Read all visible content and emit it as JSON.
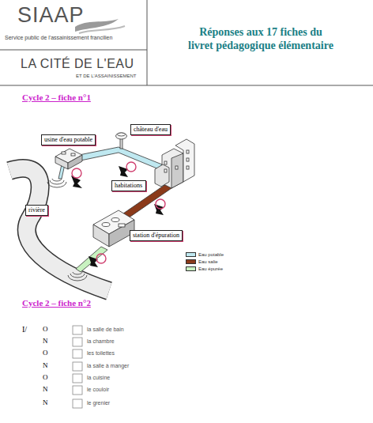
{
  "diagram": {
    "title": "Réponses aux 17 fiches du livret pédagogique élémentaire",
    "nodes": [
      {
        "text": [
          "château d'eau"
        ]
      },
      {
        "text": [
          "usine d'eau potable"
        ]
      },
      {
        "text": [
          "habitations"
        ]
      },
      {
        "text": [
          "rivière"
        ]
      },
      {
        "text": [
          "station d'épuration"
        ]
      }
    ],
    "labels": [
      "SIAAP",
      "Service public de l'assainissement francilien",
      "LA CITÉ DE L'EAU",
      "ET DE L'ASSAINISSEMENT",
      "Cycle 2 – fiche n°1",
      "Cycle 2 – fiche n°2",
      "I/",
      "O",
      "N",
      "O",
      "N",
      "O",
      "N",
      "N",
      "la salle de bain",
      "la chambre",
      "les toilettes",
      "la salle à manger",
      "la cuisine",
      "le couloir",
      "le grenier"
    ],
    "legend": [
      {
        "text": "Eau potable",
        "color": "#bfe8f0"
      },
      {
        "text": "Eau salie",
        "color": "#8b3a1a"
      },
      {
        "text": "Eau épurée",
        "color": "#c8f2c0"
      }
    ]
  }
}
